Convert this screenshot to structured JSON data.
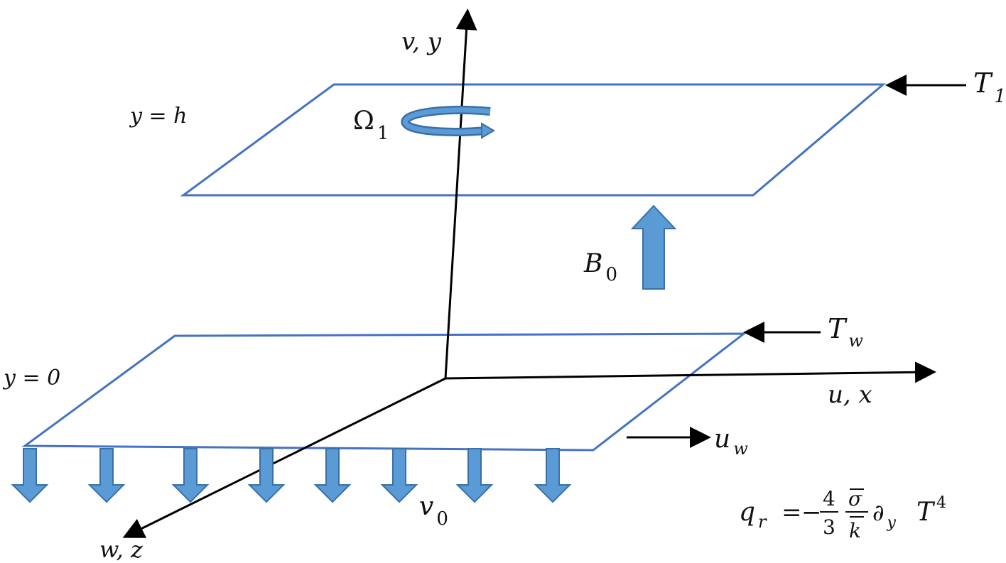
{
  "colors": {
    "plate_stroke": "#4472c4",
    "arrow_fill": "#5b9bd5",
    "arrow_stroke": "#3a6fa7",
    "axis": "#000000",
    "text": "#111111"
  },
  "labels": {
    "y_axis": "v, y",
    "x_axis": "u, x",
    "z_axis": "w, z",
    "top_plate": "y = h",
    "bottom_plate": "y = 0",
    "omega_base": "Ω",
    "omega_sub": "1",
    "b0_base": "B",
    "b0_sub": "0",
    "t1_base": "T",
    "t1_sub": "1",
    "tw_base": "T",
    "tw_sub": "w",
    "uw_base": "u",
    "uw_sub": "w",
    "v0_base": "v",
    "v0_sub": "0"
  },
  "equation": {
    "lhs_base": "q",
    "lhs_sub": "r",
    "equals": "=",
    "minus": "−",
    "frac1_num": "4",
    "frac1_den": "3",
    "frac2_num": "σ",
    "frac2_den": "k",
    "partial": "∂",
    "partial_sub": "y",
    "t_base": "T",
    "t_sup": "4"
  },
  "icons": {
    "rotation": "curved-rotation-arrow-icon",
    "magnetic_field": "up-block-arrow-icon",
    "suction": "down-block-arrow-icon"
  }
}
